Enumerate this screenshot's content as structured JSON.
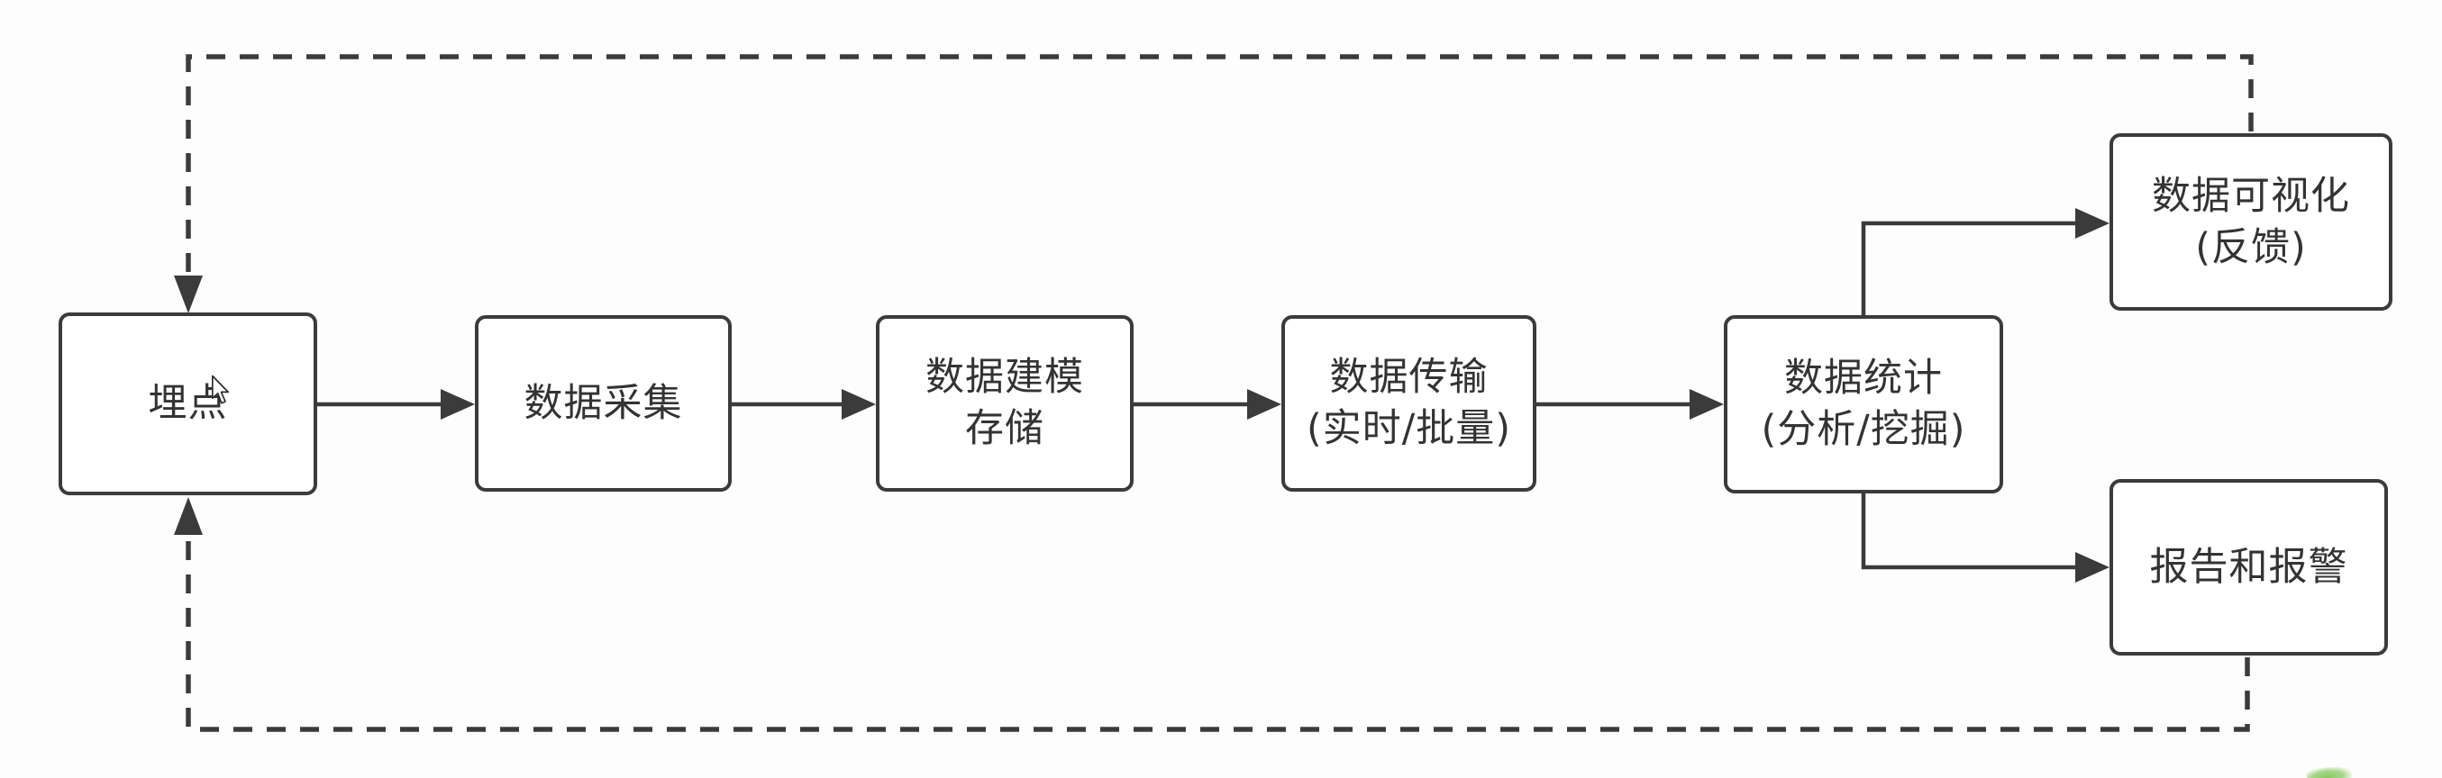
{
  "canvas": {
    "background": "#fdfdfd"
  },
  "palette": {
    "stroke": "#3b3b3b",
    "text": "#333333",
    "node_fill": "#ffffff",
    "annotation_green": "#8cc863"
  },
  "diagram": {
    "nodes": [
      {
        "id": "tracking",
        "line1": "埋点",
        "line2": ""
      },
      {
        "id": "data-collection",
        "line1": "数据采集",
        "line2": ""
      },
      {
        "id": "data-modeling",
        "line1": "数据建模",
        "line2": "存储"
      },
      {
        "id": "data-transmission",
        "line1": "数据传输",
        "line2": "(实时/批量)"
      },
      {
        "id": "data-statistics",
        "line1": "数据统计",
        "line2": "(分析/挖掘)"
      },
      {
        "id": "data-visualization",
        "line1": "数据可视化",
        "line2": "(反馈)"
      },
      {
        "id": "report-alert",
        "line1": "报告和报警",
        "line2": ""
      }
    ],
    "connectors": [
      {
        "from": "tracking",
        "to": "data-collection",
        "style": "solid-arrow"
      },
      {
        "from": "data-collection",
        "to": "data-modeling",
        "style": "solid-arrow"
      },
      {
        "from": "data-modeling",
        "to": "data-transmission",
        "style": "solid-arrow"
      },
      {
        "from": "data-transmission",
        "to": "data-statistics",
        "style": "solid-arrow"
      },
      {
        "from": "data-statistics",
        "to": "data-visualization",
        "style": "solid-arrow-elbow"
      },
      {
        "from": "data-statistics",
        "to": "report-alert",
        "style": "solid-arrow-elbow"
      },
      {
        "from": "data-visualization",
        "to": "tracking",
        "style": "dashed-arrow-feedback-top"
      },
      {
        "from": "report-alert",
        "to": "tracking",
        "style": "dashed-arrow-feedback-bottom"
      }
    ]
  },
  "cursor": {
    "type": "arrow-pointer"
  }
}
